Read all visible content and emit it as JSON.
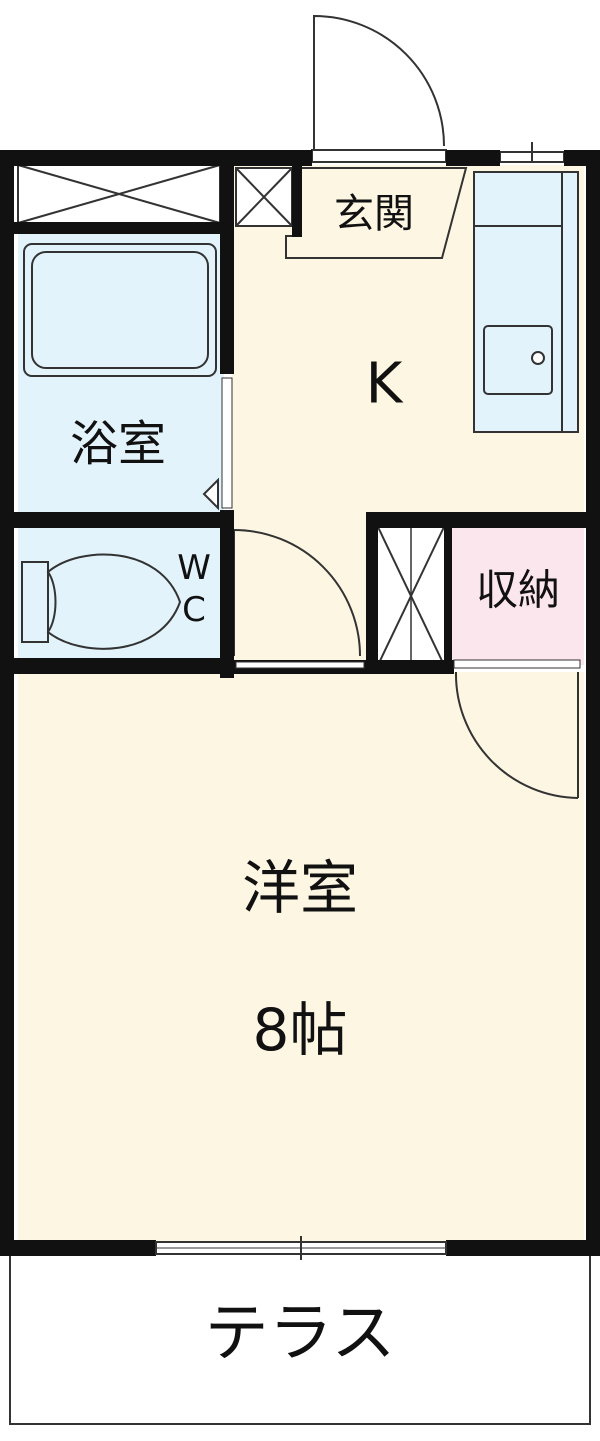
{
  "rooms": {
    "genkan": "玄関",
    "kitchen": "K",
    "bath": "浴室",
    "wc_w": "W",
    "wc_c": "C",
    "storage": "収納",
    "western_room": "洋室",
    "western_room_size": "8帖",
    "terrace": "テラス"
  },
  "colors": {
    "wall": "#111111",
    "kitchen_floor": "#fdf6e2",
    "western_floor": "#fdf6e2",
    "genkan_floor": "#fdf6e2",
    "wet_area": "#e2f3fb",
    "storage": "#fce6ee",
    "terrace": "#ffffff"
  }
}
